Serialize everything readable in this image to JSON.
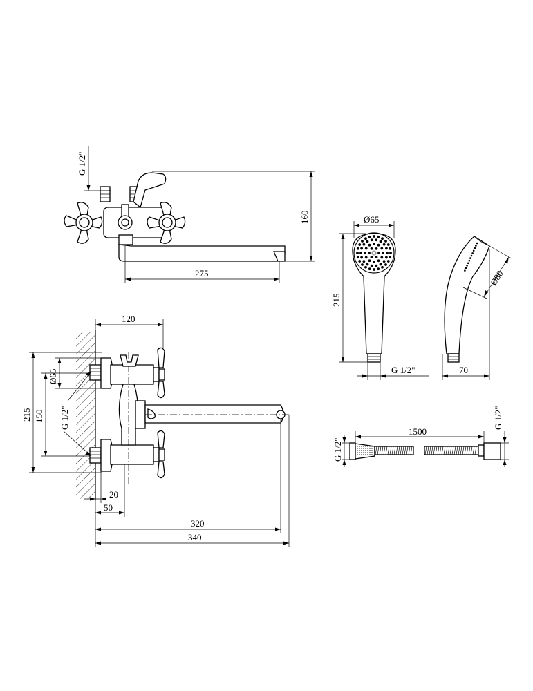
{
  "dimensions": {
    "top_view": {
      "thread": "G 1/2\"",
      "height": "160",
      "spout_length": "275"
    },
    "front_view": {
      "depth": "120",
      "diameter": "Ø65",
      "height_total": "215",
      "center_distance": "150",
      "thread": "G 1/2\"",
      "wall_offset": "20",
      "wall_to_axis": "50",
      "spout_reach": "320",
      "total_reach": "340"
    },
    "hand_shower": {
      "face_diameter": "Ø65",
      "length": "215",
      "thread": "G 1/2\"",
      "side_diameter": "Ø80",
      "side_width": "70"
    },
    "hose": {
      "length": "1500",
      "thread_left": "G 1/2\"",
      "thread_right": "G 1/2\""
    }
  },
  "colors": {
    "line": "#000000",
    "background": "#ffffff"
  }
}
